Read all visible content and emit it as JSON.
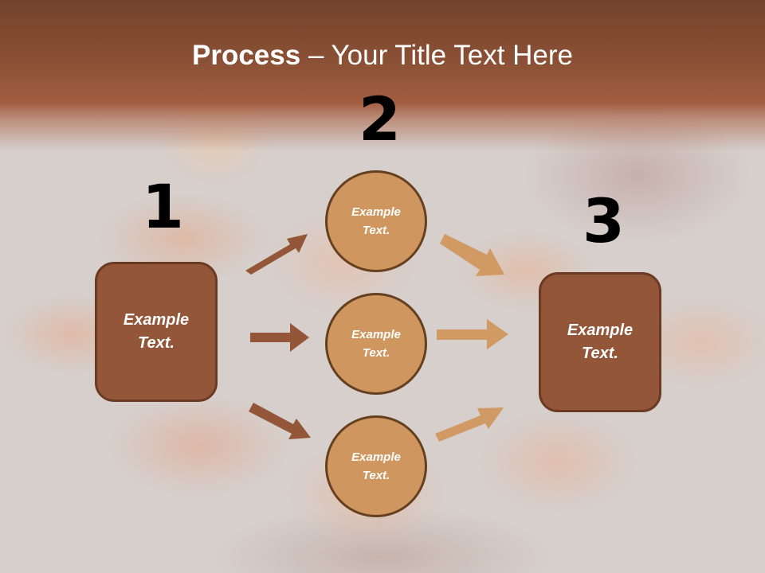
{
  "slide": {
    "title_bold": "Process",
    "title_rest": " – Your Title Text Here"
  },
  "steps": [
    {
      "number": "1",
      "label": "Example\nText."
    },
    {
      "number": "2",
      "label": "Example\nText."
    },
    {
      "number": "3",
      "label": "Example\nText."
    }
  ],
  "middle_nodes": [
    {
      "label": "Example\nText."
    },
    {
      "label": "Example\nText."
    },
    {
      "label": "Example\nText."
    }
  ],
  "colors": {
    "header": "#8a5035",
    "box_fill": "#935639",
    "circle_fill": "#cf9660",
    "arrow_left": "#935639",
    "arrow_right": "#d19a64"
  }
}
